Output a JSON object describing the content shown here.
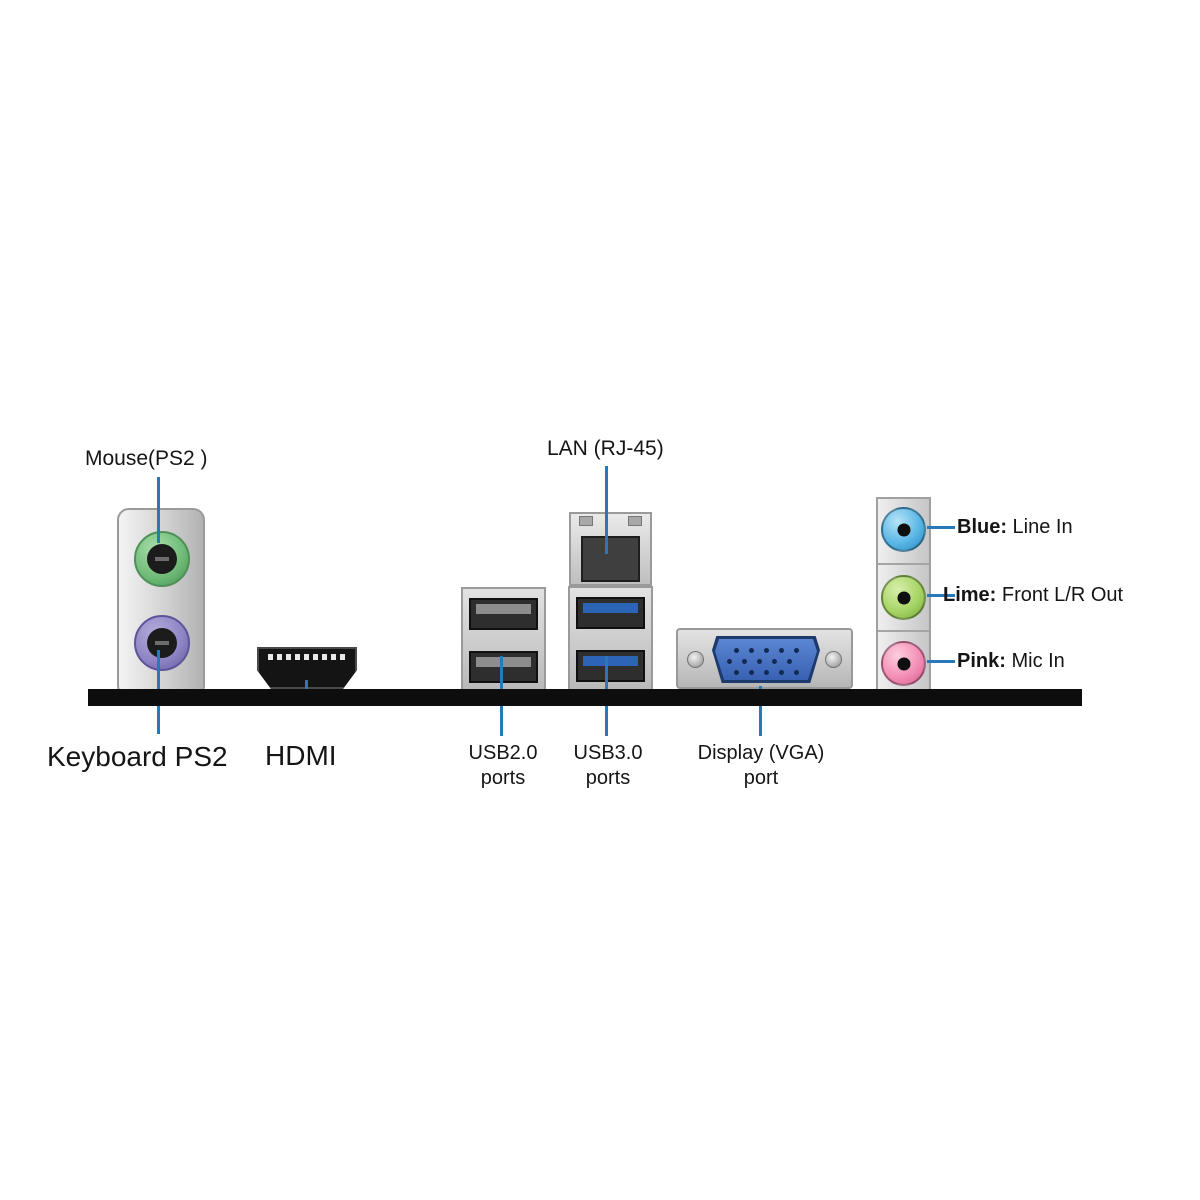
{
  "labels": {
    "mouse_ps2": "Mouse(PS2 )",
    "keyboard_ps2": "Keyboard PS2",
    "hdmi": "HDMI",
    "lan": "LAN (RJ-45)",
    "usb2_line1": "USB2.0",
    "usb2_line2": "ports",
    "usb3_line1": "USB3.0",
    "usb3_line2": "ports",
    "vga_line1": "Display (VGA)",
    "vga_line2": "port",
    "audio": [
      {
        "name": "Blue:",
        "desc": " Line In"
      },
      {
        "name": "Lime:",
        "desc": " Front L/R Out"
      },
      {
        "name": "Pink:",
        "desc": " Mic In"
      }
    ]
  },
  "colors": {
    "callout_line": "#2779b8",
    "chassis_bar": "#0d0d0d",
    "ps2_mouse_green": "#6fbb77",
    "ps2_keyboard_purple": "#8d84c4",
    "usb3_tongue_blue": "#2d64b5",
    "vga_connector_blue": "#3961b2",
    "audio_blue_jack": "#57b5e5",
    "audio_lime_jack": "#a5d464",
    "audio_pink_jack": "#f38cb5"
  }
}
